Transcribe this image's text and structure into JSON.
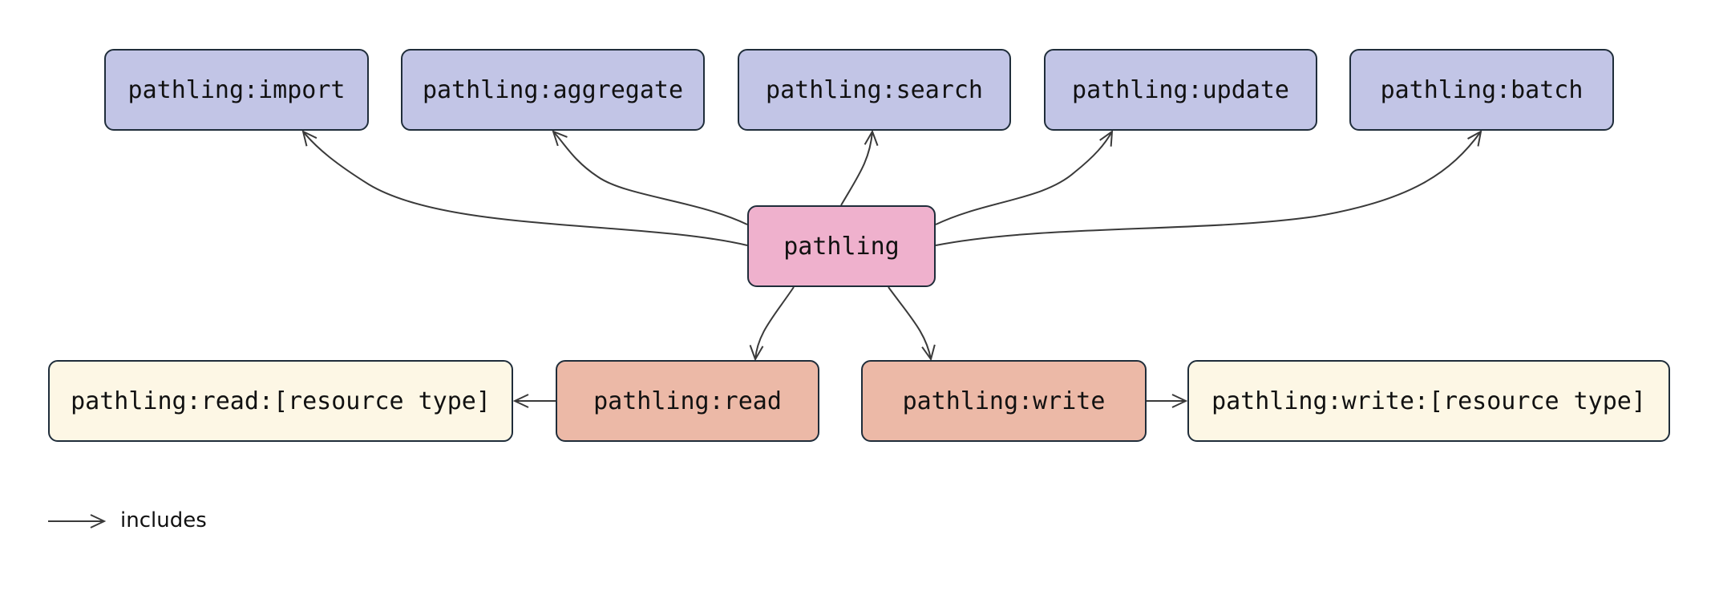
{
  "nodes": {
    "import": "pathling:import",
    "aggregate": "pathling:aggregate",
    "search": "pathling:search",
    "update": "pathling:update",
    "batch": "pathling:batch",
    "root": "pathling",
    "read": "pathling:read",
    "write": "pathling:write",
    "read_type": "pathling:read:[resource type]",
    "write_type": "pathling:write:[resource type]"
  },
  "legend": {
    "label": "includes"
  },
  "colors": {
    "scope_fill": "#c2c5e6",
    "root_fill": "#efb1cd",
    "read_write_fill": "#ecb9a7",
    "resource_type_fill": "#fdf7e5",
    "border": "#1f2d3a",
    "edge": "#3a3a3a"
  }
}
